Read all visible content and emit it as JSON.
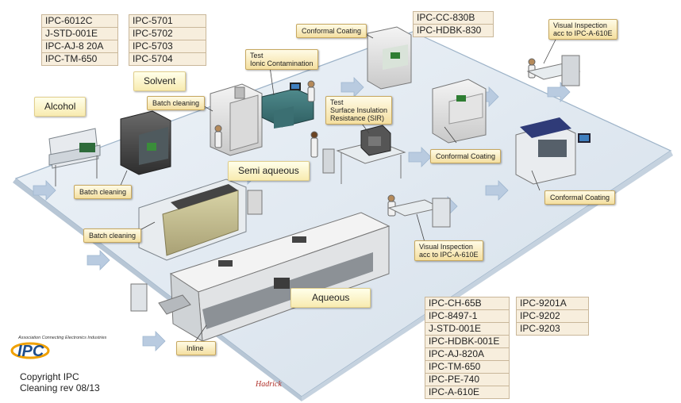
{
  "standards_groups": [
    {
      "id": "group-a",
      "items": [
        "IPC-6012C",
        "J-STD-001E",
        "IPC-AJ-8 20A",
        "IPC-TM-650"
      ]
    },
    {
      "id": "group-b",
      "items": [
        "IPC-5701",
        "IPC-5702",
        "IPC-5703",
        "IPC-5704"
      ]
    },
    {
      "id": "group-c",
      "items": [
        "IPC-CC-830B",
        "IPC-HDBK-830"
      ]
    },
    {
      "id": "group-d",
      "items": [
        "IPC-CH-65B",
        "IPC-8497-1",
        "J-STD-001E",
        "IPC-HDBK-001E",
        "IPC-AJ-820A",
        "IPC-TM-650",
        "IPC-PE-740",
        "IPC-A-610E"
      ]
    },
    {
      "id": "group-e",
      "items": [
        "IPC-9201A",
        "IPC-9202",
        "IPC-9203"
      ]
    }
  ],
  "process_labels": {
    "solvent": "Solvent",
    "alcohol": "Alcohol",
    "semi_aqueous": "Semi aqueous",
    "aqueous": "Aqueous"
  },
  "station_labels": {
    "conformal_coating_top": "Conformal Coating",
    "batch_cleaning_upper": "Batch cleaning",
    "test_ionic": "Test\nIonic Contamination",
    "test_sir": "Test\nSurface Insulation\nResistance (SIR)",
    "visual_inspection_top": "Visual Inspection\nacc to IPC-A-610E",
    "conformal_coating_middle": "Conformal Coating",
    "conformal_coating_right": "Conformal Coating",
    "batch_cleaning_left": "Batch cleaning",
    "batch_cleaning_lower": "Batch cleaning",
    "visual_inspection_bottom": "Visual Inspection\nacc to IPC-A-610E",
    "inline": "Inline"
  },
  "branding": {
    "tagline": "Association Connecting Electronics Industries",
    "logo_text": "IPC",
    "copyright": "Copyright IPC",
    "revision": "Cleaning  rev 08/13",
    "signature": "Hadrick"
  },
  "colors": {
    "floor": "#dfe8f1",
    "arrow": "#a9bfd6",
    "label_fill": "#f8e8b4",
    "standards_fill": "#f7eedd",
    "logo_blue": "#1f4e8c",
    "logo_orange": "#f0a000"
  }
}
